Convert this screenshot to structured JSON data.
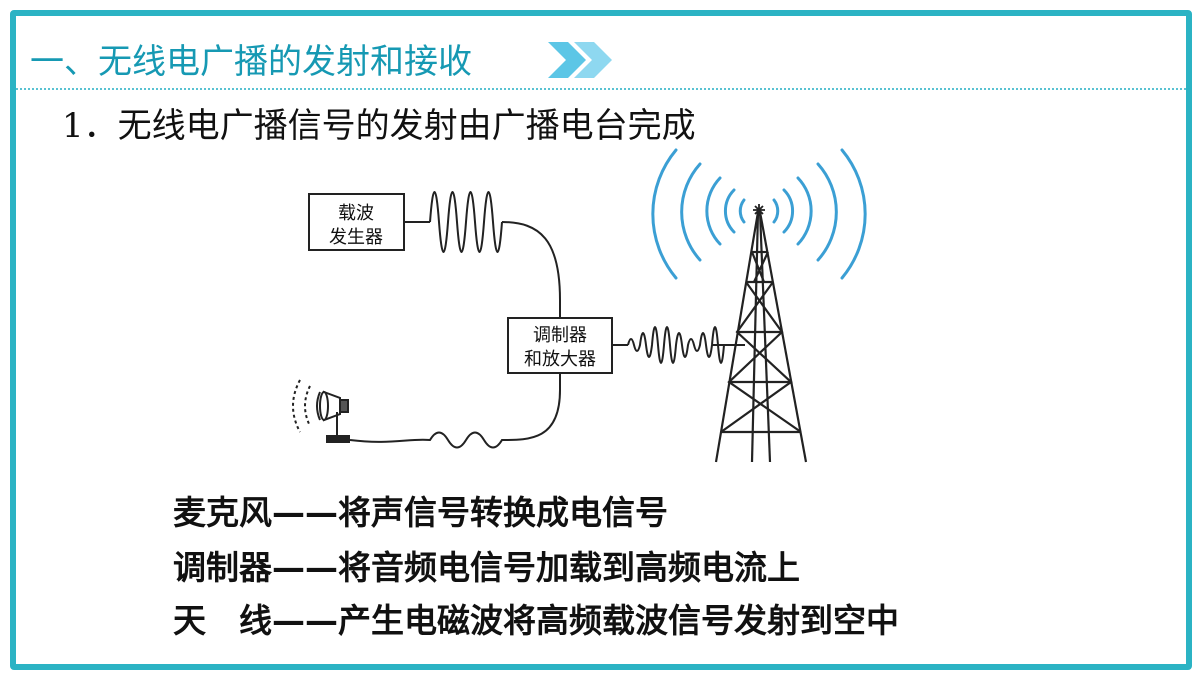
{
  "header": {
    "section_title": "一、无线电广播的发射和接收"
  },
  "subtitle": "1．无线电广播信号的发射由广播电台完成",
  "diagram": {
    "carrier_box": [
      "载波",
      "发生器"
    ],
    "modulator_box": [
      "调制器",
      "和放大器"
    ]
  },
  "descriptions": [
    {
      "term": "麦克风",
      "dash": "——",
      "text": "将声信号转换成电信号"
    },
    {
      "term": "调制器",
      "dash": "——",
      "text": "将音频电信号加载到高频电流上"
    },
    {
      "term": "天　线",
      "dash": "——",
      "text": "产生电磁波将高频载波信号发射到空中"
    }
  ],
  "colors": {
    "accent": "#2bb3c4",
    "title": "#1699b3",
    "chevron": "#8ed8f0",
    "chevron_dark": "#5cc6e6",
    "signal": "#3b9fd4"
  },
  "icons": {
    "title_decoration": "double-chevron-icon",
    "microphone": "microphone-icon",
    "tower": "radio-tower-icon"
  }
}
